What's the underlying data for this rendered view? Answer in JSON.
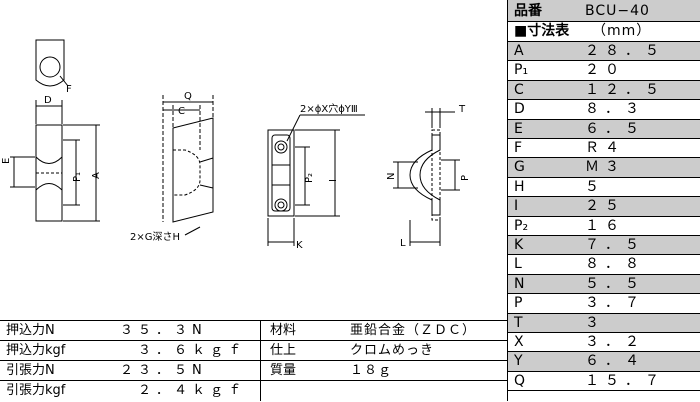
{
  "drawing_labels": {
    "F": "F",
    "D": "D",
    "E": "E",
    "P1": "P₁",
    "A": "A",
    "Q": "Q",
    "C": "C",
    "G_depth": "2×G深さH",
    "hole_callout": "2×ϕX穴ϕYⅢ",
    "P2": "P₂",
    "I": "I",
    "K": "K",
    "T": "T",
    "N": "N",
    "P": "P",
    "L": "L"
  },
  "spec": {
    "header": {
      "key": "品番",
      "value": "BCU−40"
    },
    "sub": {
      "key": "■寸法表",
      "value": "（mm）"
    },
    "rows": [
      {
        "key": "A",
        "value": "２８．５"
      },
      {
        "key": "P₁",
        "value": "２０"
      },
      {
        "key": "C",
        "value": "１２．５"
      },
      {
        "key": "D",
        "value": "８．３"
      },
      {
        "key": "E",
        "value": "６．５"
      },
      {
        "key": "F",
        "value": "Ｒ４"
      },
      {
        "key": "G",
        "value": "Ｍ３"
      },
      {
        "key": "H",
        "value": "５"
      },
      {
        "key": "I",
        "value": "２５"
      },
      {
        "key": "P₂",
        "value": "１６"
      },
      {
        "key": "K",
        "value": "７．５"
      },
      {
        "key": "L",
        "value": "８．８"
      },
      {
        "key": "N",
        "value": "５．５"
      },
      {
        "key": "P",
        "value": "３．７"
      },
      {
        "key": "T",
        "value": "３"
      },
      {
        "key": "X",
        "value": "３．２"
      },
      {
        "key": "Y",
        "value": "６．４"
      },
      {
        "key": "Q",
        "value": "１５．７"
      }
    ]
  },
  "props": [
    {
      "label": "押込力N",
      "value": "３５．３N",
      "label2": "材料",
      "value2": "亜鉛合金（ＺＤＣ）"
    },
    {
      "label": "押込力kgf",
      "value": "　３．６ｋｇｆ",
      "label2": "仕上",
      "value2": "クロムめっき"
    },
    {
      "label": "引張力N",
      "value": "２３．５N",
      "label2": "質量",
      "value2": "１８ｇ"
    },
    {
      "label": "引張力kgf",
      "value": "　２．４ｋｇｆ",
      "label2": "",
      "value2": ""
    }
  ]
}
